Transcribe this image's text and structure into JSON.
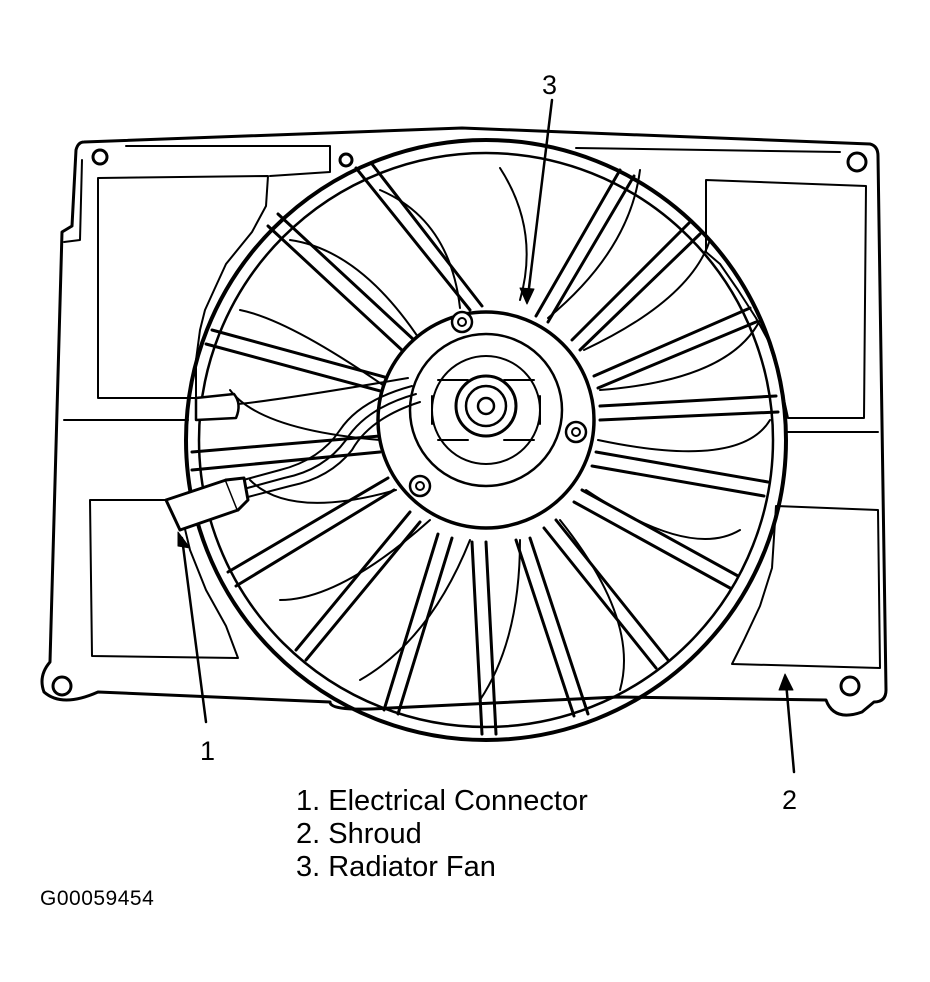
{
  "callouts": {
    "c1": "1",
    "c2": "2",
    "c3": "3"
  },
  "legend": [
    "1. Electrical Connector",
    "2. Shroud",
    "3. Radiator Fan"
  ],
  "figure_id": "G00059454",
  "colors": {
    "line": "#000000",
    "background": "#ffffff"
  }
}
